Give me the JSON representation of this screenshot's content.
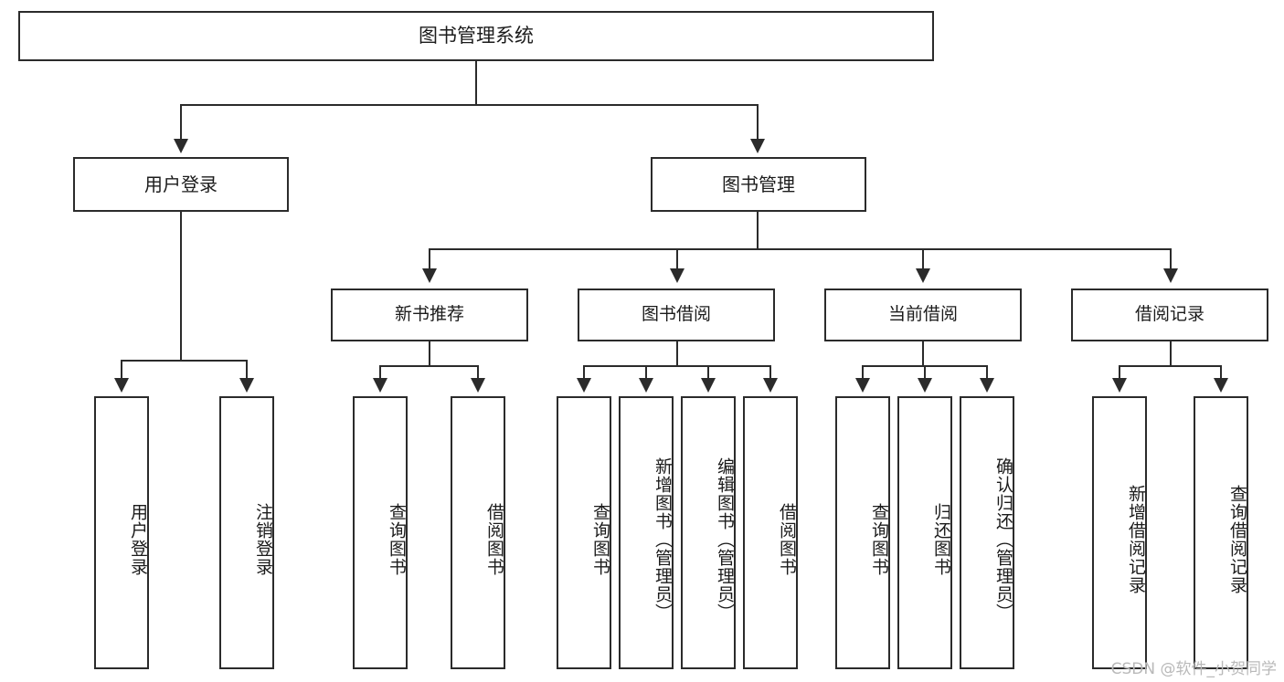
{
  "diagram": {
    "title": "图书管理系统",
    "type": "tree",
    "root": {
      "label": "图书管理系统"
    },
    "level2": [
      {
        "label": "用户登录"
      },
      {
        "label": "图书管理"
      }
    ],
    "level3": [
      {
        "label": "新书推荐"
      },
      {
        "label": "图书借阅"
      },
      {
        "label": "当前借阅"
      },
      {
        "label": "借阅记录"
      }
    ],
    "leaves": {
      "user_login": [
        {
          "label": "用户登录"
        },
        {
          "label": "注销登录"
        }
      ],
      "new_book_recommend": [
        {
          "label": "查询图书"
        },
        {
          "label": "借阅图书"
        }
      ],
      "book_borrow": [
        {
          "label": "查询图书"
        },
        {
          "label": "新增图书（管理员）"
        },
        {
          "label": "编辑图书（管理员）"
        },
        {
          "label": "借阅图书"
        }
      ],
      "current_borrow": [
        {
          "label": "查询图书"
        },
        {
          "label": "归还图书"
        },
        {
          "label": "确认归还（管理员）"
        }
      ],
      "borrow_records": [
        {
          "label": "新增借阅记录"
        },
        {
          "label": "查询借阅记录"
        }
      ]
    }
  },
  "watermark": {
    "text": "CSDN @软件_小贺同学"
  },
  "colors": {
    "border": "#2b2b2b",
    "background": "#ffffff",
    "text": "#1b1b1b",
    "watermark": "#b9b9b9"
  }
}
